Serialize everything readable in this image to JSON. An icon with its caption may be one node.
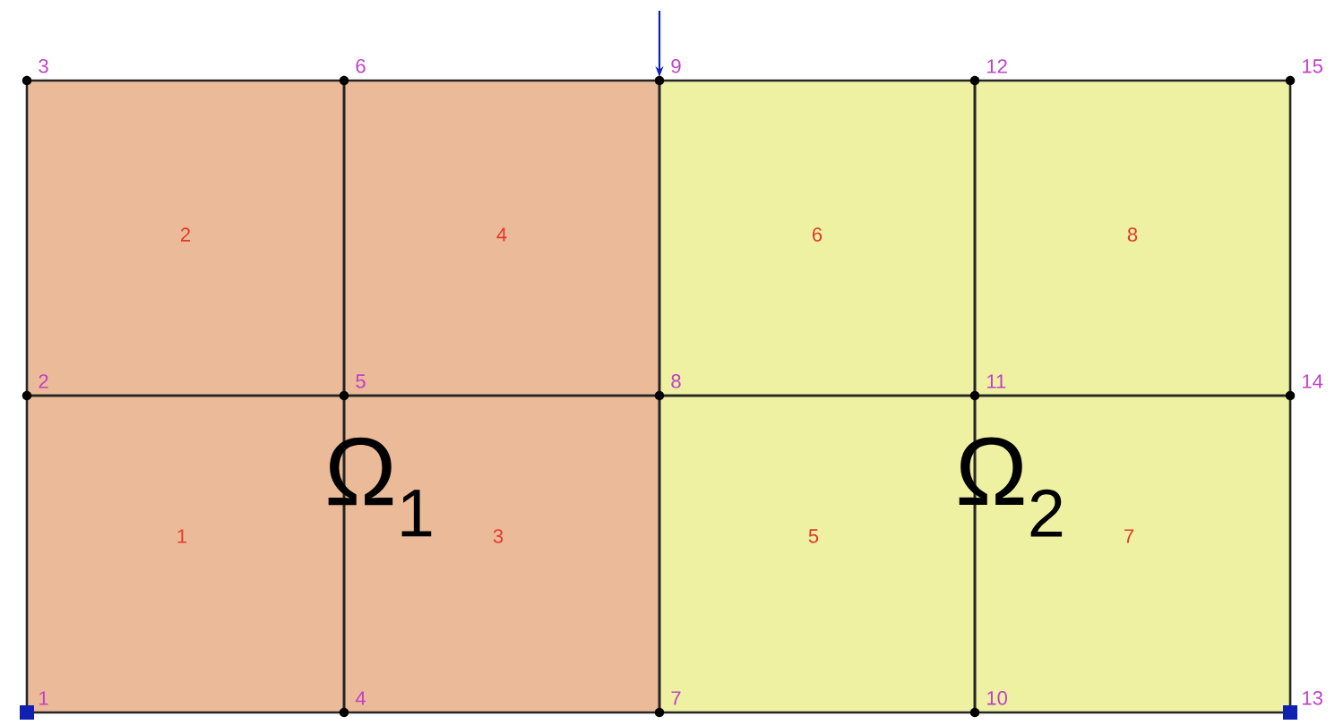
{
  "diagram": {
    "nodes": [
      {
        "text": [
          "1"
        ]
      },
      {
        "text": [
          "2"
        ]
      },
      {
        "text": [
          "3"
        ]
      },
      {
        "text": [
          "4"
        ]
      },
      {
        "text": [
          "5"
        ]
      },
      {
        "text": [
          "6"
        ]
      },
      {
        "text": [
          "7"
        ]
      },
      {
        "text": [
          "8"
        ]
      }
    ],
    "edges": [],
    "labels": [
      "3",
      "6",
      "9",
      "12",
      "15",
      "2",
      "5",
      "8",
      "11",
      "14",
      "Ω$_{1}$",
      "Ω$_{2}$",
      "1",
      "4",
      "7",
      "10",
      "13"
    ]
  }
}
